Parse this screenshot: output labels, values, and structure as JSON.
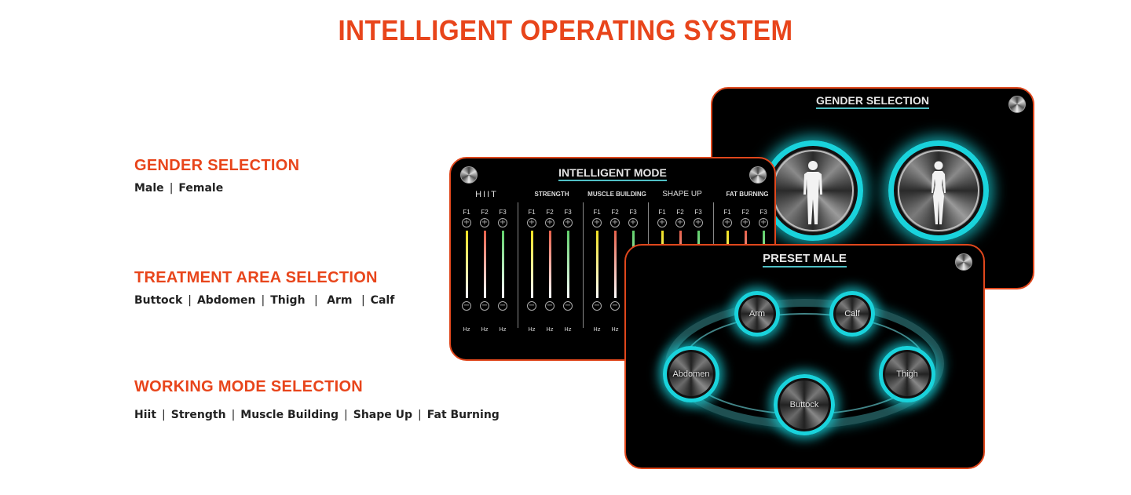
{
  "title": "INTELLIGENT OPERATING SYSTEM",
  "features": [
    {
      "heading": "GENDER SELECTION",
      "options": [
        "Male",
        "Female"
      ]
    },
    {
      "heading": "TREATMENT AREA SELECTION",
      "options": [
        "Buttock",
        "Abdomen",
        "Thigh",
        "Arm",
        "Calf"
      ]
    },
    {
      "heading": "WORKING MODE SELECTION",
      "options": [
        "Hiit",
        "Strength",
        "Muscle Building",
        "Shape Up",
        "Fat Burning"
      ]
    }
  ],
  "gender_panel": {
    "title": "GENDER SELECTION",
    "buttons": [
      {
        "label": "Male",
        "icon": "male-figure-icon"
      },
      {
        "label": "Female",
        "icon": "female-figure-icon"
      }
    ],
    "corner_icon": "fan-icon"
  },
  "mode_panel": {
    "title": "INTELLIGENT MODE",
    "left_icon": "treatment-icon",
    "right_icon": "fan-icon",
    "groups": [
      {
        "name": "HIIT",
        "channels": [
          "F1",
          "F2",
          "F3"
        ]
      },
      {
        "name": "STRENGTH",
        "channels": [
          "F1",
          "F2",
          "F3"
        ]
      },
      {
        "name": "MUSCLE BUILDING",
        "channels": [
          "F1",
          "F2",
          "F3"
        ]
      },
      {
        "name": "SHAPE UP",
        "channels": [
          "F1",
          "F2",
          "F3"
        ]
      },
      {
        "name": "FAT BURNING",
        "channels": [
          "F1",
          "F2",
          "F3"
        ]
      }
    ],
    "plus_symbol": "+",
    "minus_symbol": "−",
    "unit": "Hz"
  },
  "preset_panel": {
    "title": "PRESET MALE",
    "corner_icon": "fan-icon",
    "areas": [
      "Arm",
      "Calf",
      "Abdomen",
      "Thigh",
      "Buttock"
    ]
  },
  "colors": {
    "accent": "#e8451b",
    "glow": "#19d3dc",
    "bar_yellow": "#f0e020",
    "bar_red": "#e8604a",
    "bar_green": "#5fd06a"
  }
}
